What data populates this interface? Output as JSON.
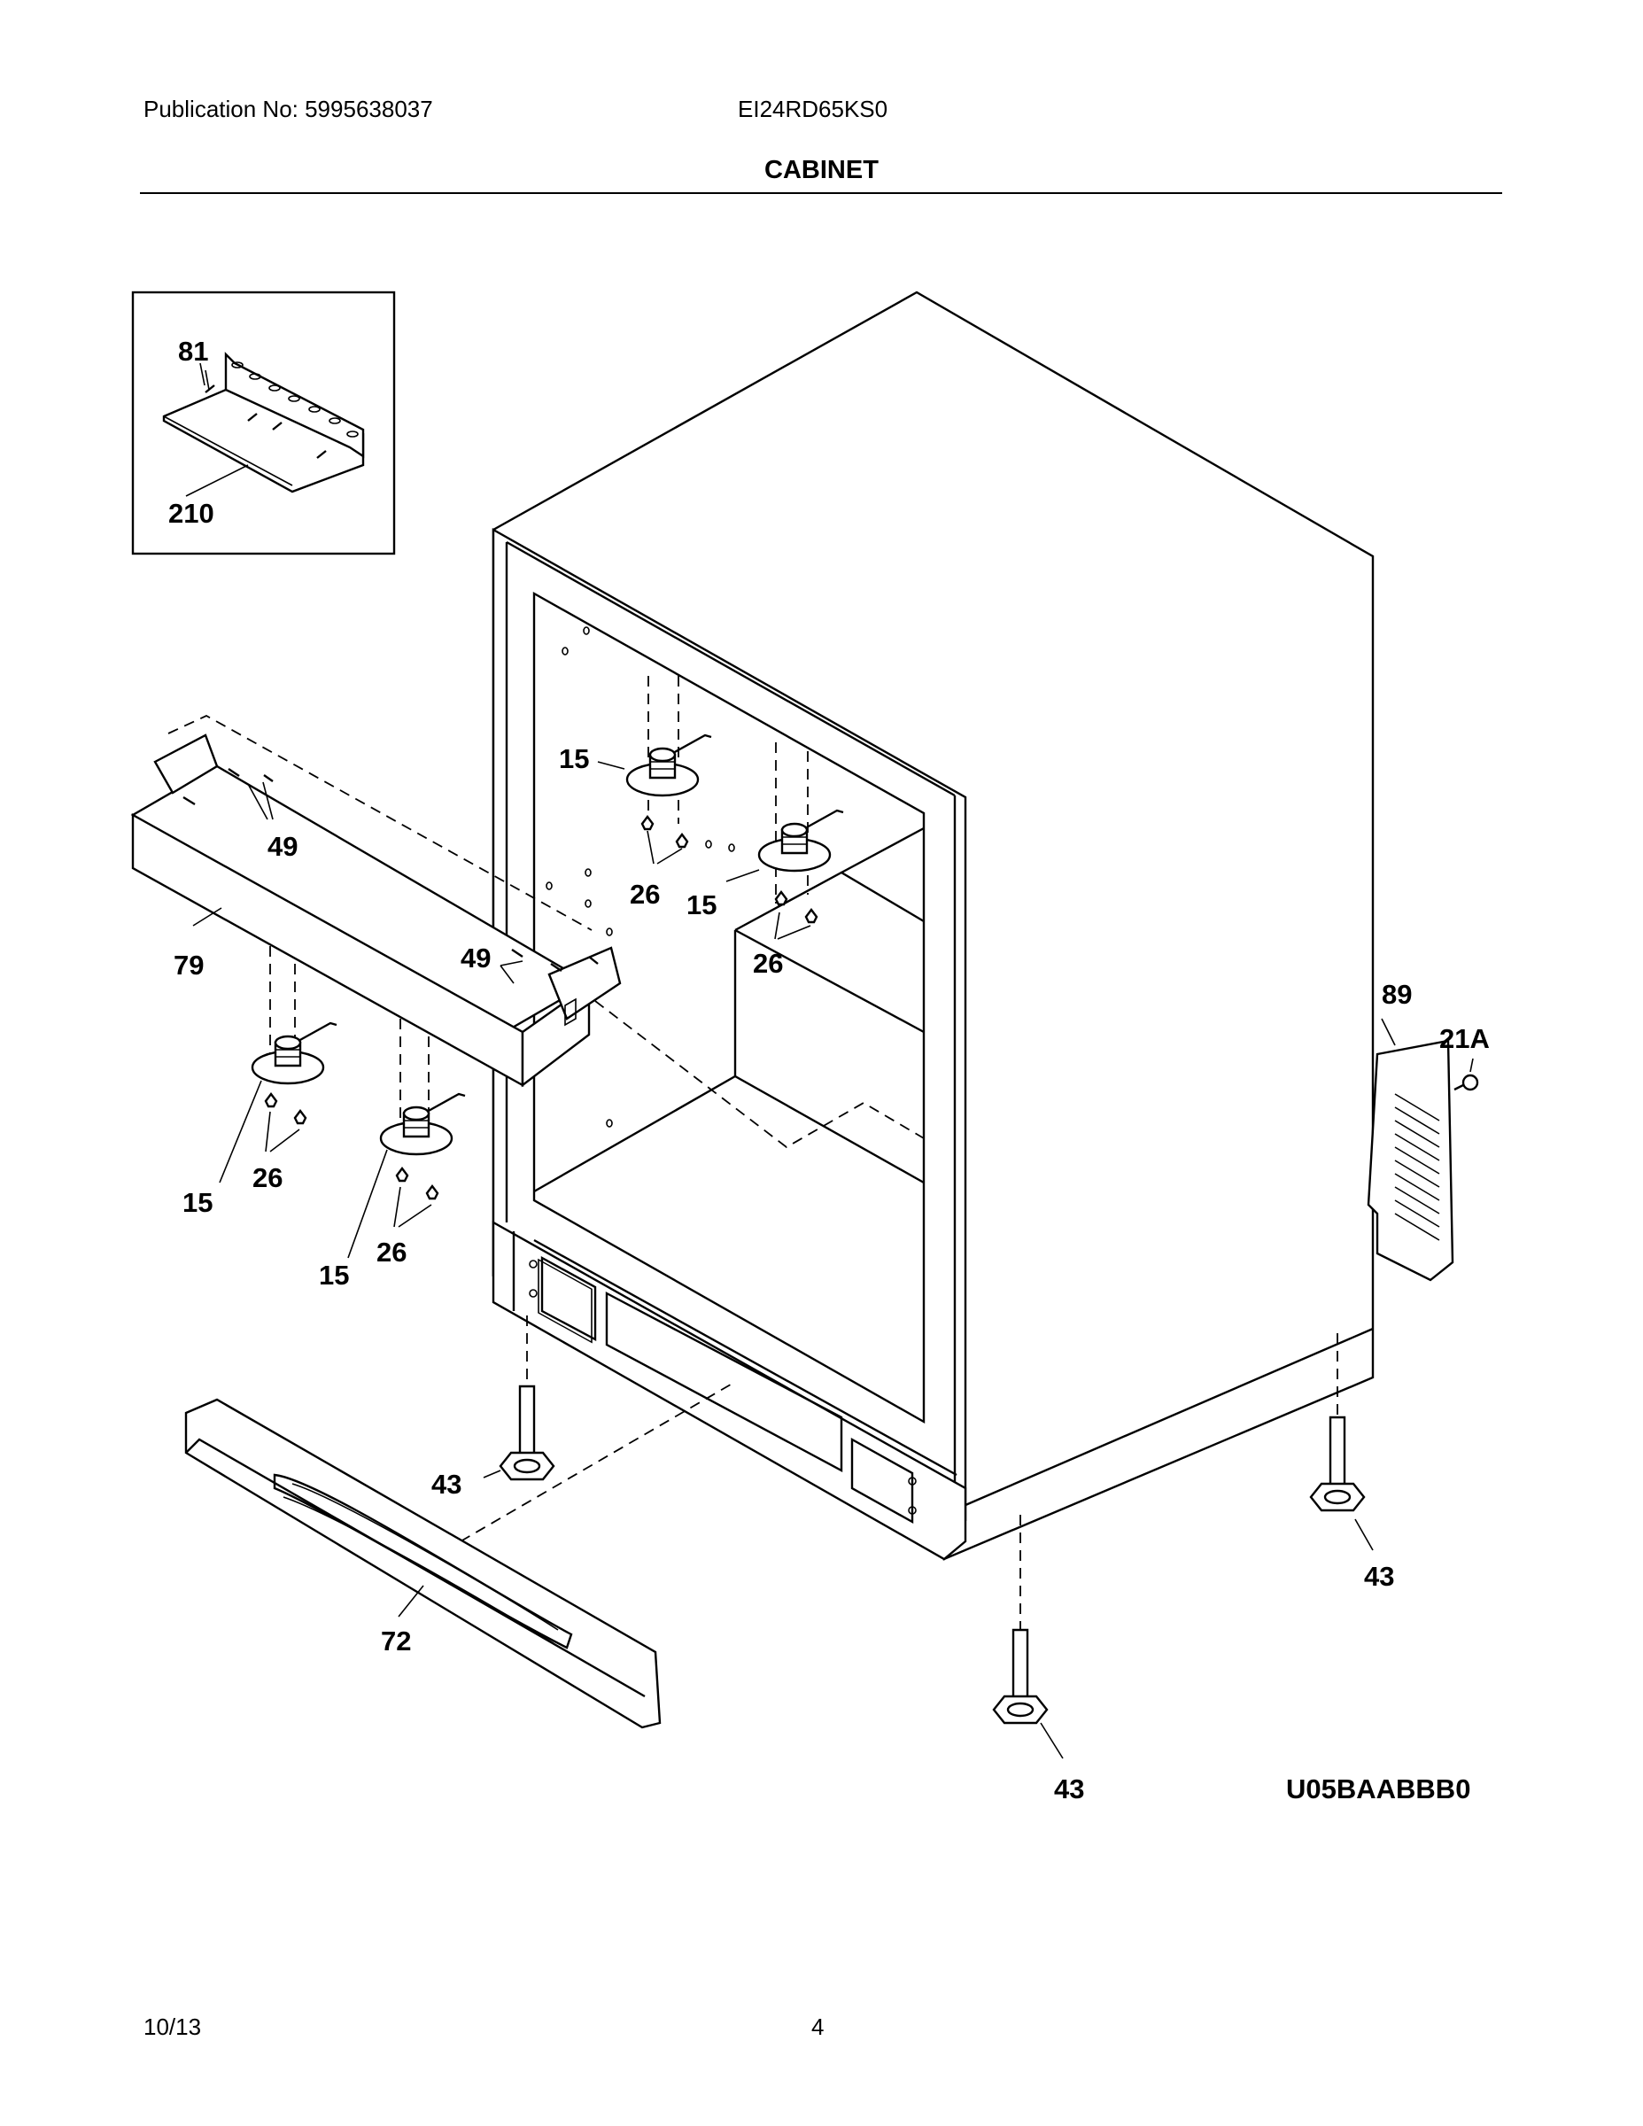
{
  "header": {
    "publication": "Publication No: 5995638037",
    "model": "EI24RD65KS0",
    "section_title": "CABINET"
  },
  "callouts": {
    "c81": "81",
    "c210": "210",
    "c15": "15",
    "c26": "26",
    "c49": "49",
    "c79": "79",
    "c89": "89",
    "c21A": "21A",
    "c43": "43",
    "c72": "72"
  },
  "figure_code": "U05BAABBB0",
  "footer": {
    "date": "10/13",
    "page": "4"
  }
}
